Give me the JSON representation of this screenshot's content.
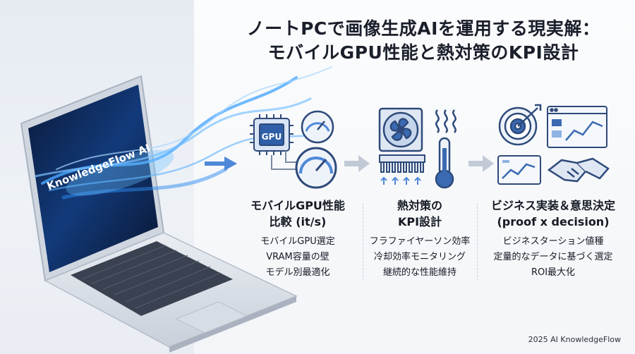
{
  "title": {
    "line1": "ノートPCで画像生成AIを運用する現実解：",
    "line2": "モバイルGPU性能と熱対策のKPI設計"
  },
  "laptop": {
    "screen_text": "KnowledgeFlow AI"
  },
  "icons": {
    "gpu_chip_label": "GPU"
  },
  "columns": [
    {
      "heading_line1": "モバイルGPU性能",
      "heading_line2": "比較 (it/s)",
      "body": [
        "モバイルGPU選定",
        "VRAM容量の壁",
        "モデル別最適化"
      ]
    },
    {
      "heading_line1": "熱対策の",
      "heading_line2": "KPI設計",
      "body": [
        "フラファイヤーソン効率",
        "冷却効率モニタリング",
        "継続的な性能維持"
      ]
    },
    {
      "heading_line1": "ビジネス実装＆意思決定",
      "heading_line2": "(proof x decision)",
      "body": [
        "ビジネスターション値種",
        "定量的なデータに基づく選定",
        "ROI最大化"
      ]
    }
  ],
  "footer": "2025 AI KnowledgeFlow"
}
